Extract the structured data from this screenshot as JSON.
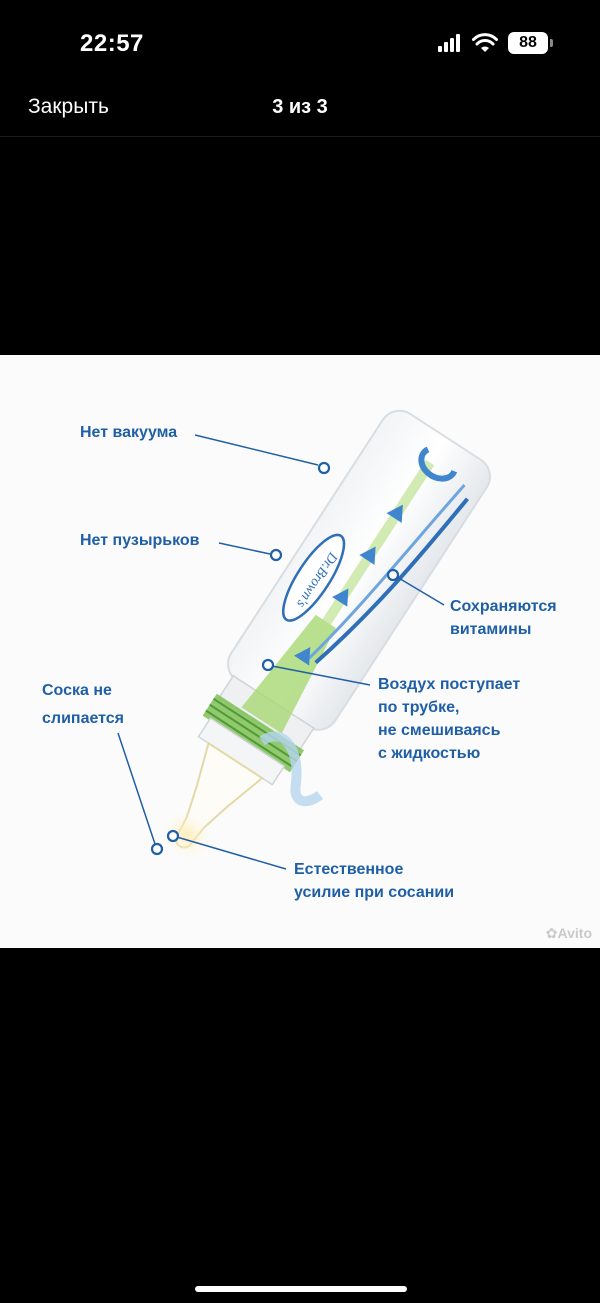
{
  "status_bar": {
    "time": "22:57",
    "battery": "88"
  },
  "nav": {
    "close_label": "Закрыть",
    "counter": "3 из 3"
  },
  "image": {
    "brand": "Dr.Brown's",
    "labels": {
      "no_vacuum": "Нет вакуума",
      "no_bubbles": "Нет пузырьков",
      "vitamins": "Сохраняются\nвитамины",
      "nipple": "Соска не\nслипается",
      "air_tube": "Воздух поступает\nпо трубке,\nне смешиваясь\nс жидкостью",
      "natural_sucking": "Естественное\nусилие при сосании"
    },
    "watermark": "Avito"
  },
  "colors": {
    "label": "#1f5fa6",
    "tube": "#9fd46a",
    "vent": "#2f6fb8"
  }
}
